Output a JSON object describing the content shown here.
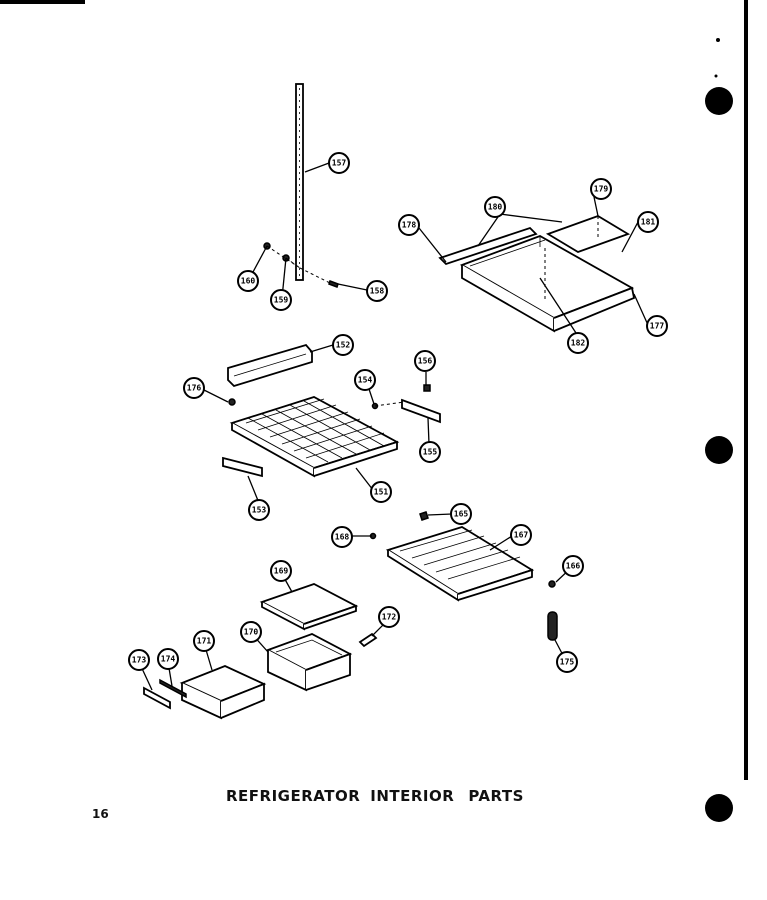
{
  "title_words": [
    "REFRIGERATOR",
    "INTERIOR",
    "PARTS"
  ],
  "page_number": "16",
  "callouts": [
    {
      "id": "157"
    },
    {
      "id": "160"
    },
    {
      "id": "159"
    },
    {
      "id": "158"
    },
    {
      "id": "178"
    },
    {
      "id": "180"
    },
    {
      "id": "179"
    },
    {
      "id": "181"
    },
    {
      "id": "182"
    },
    {
      "id": "177"
    },
    {
      "id": "152"
    },
    {
      "id": "176"
    },
    {
      "id": "154"
    },
    {
      "id": "156"
    },
    {
      "id": "155"
    },
    {
      "id": "151"
    },
    {
      "id": "153"
    },
    {
      "id": "165"
    },
    {
      "id": "168"
    },
    {
      "id": "167"
    },
    {
      "id": "166"
    },
    {
      "id": "169"
    },
    {
      "id": "172"
    },
    {
      "id": "170"
    },
    {
      "id": "171"
    },
    {
      "id": "173"
    },
    {
      "id": "174"
    },
    {
      "id": "175"
    }
  ]
}
